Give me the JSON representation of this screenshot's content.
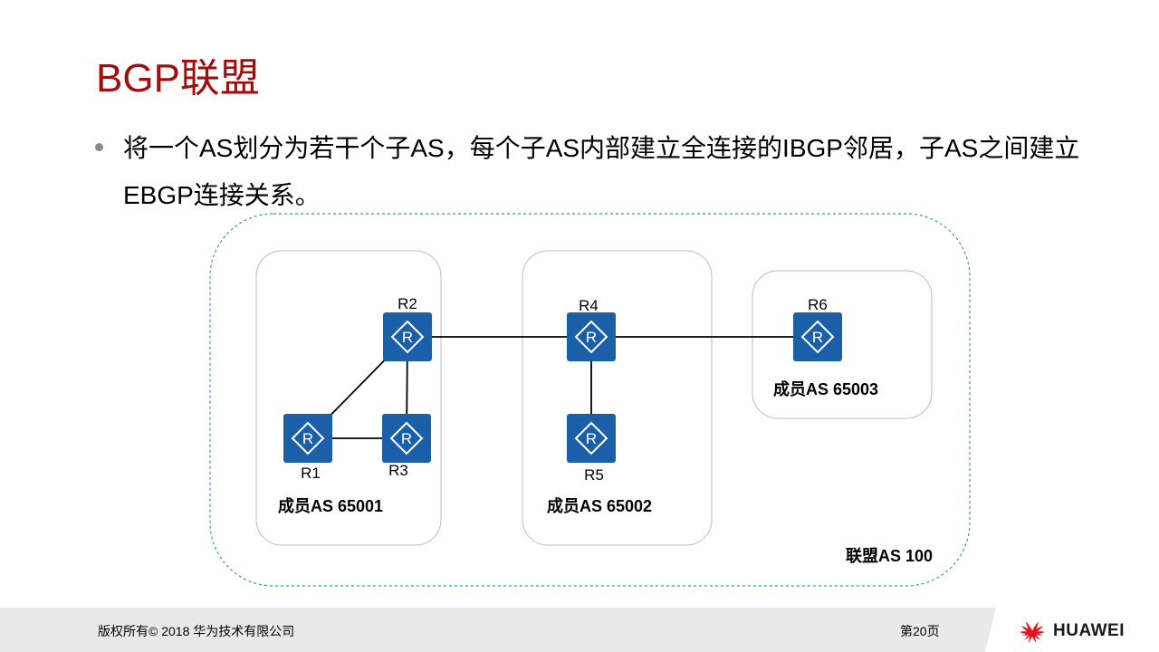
{
  "slide": {
    "title": "BGP联盟",
    "bullet": "将一个AS划分为若干个子AS，每个子AS内部建立全连接的IBGP邻居，子AS之间建立EBGP连接关系。"
  },
  "diagram": {
    "routers": [
      {
        "id": "R1",
        "label": "R1"
      },
      {
        "id": "R2",
        "label": "R2"
      },
      {
        "id": "R3",
        "label": "R3"
      },
      {
        "id": "R4",
        "label": "R4"
      },
      {
        "id": "R5",
        "label": "R5"
      },
      {
        "id": "R6",
        "label": "R6"
      }
    ],
    "links": [
      [
        "R1",
        "R2"
      ],
      [
        "R1",
        "R3"
      ],
      [
        "R2",
        "R3"
      ],
      [
        "R2",
        "R4"
      ],
      [
        "R4",
        "R5"
      ],
      [
        "R4",
        "R6"
      ]
    ],
    "member_as": [
      {
        "label": "成员AS 65001"
      },
      {
        "label": "成员AS 65002"
      },
      {
        "label": "成员AS 65003"
      }
    ],
    "confederation_label": "联盟AS 100",
    "router_icon_glyph": "R",
    "colors": {
      "router": "#1a5fa8",
      "title": "#a50d0d",
      "dashed_border": "#3b8fd0"
    }
  },
  "footer": {
    "copyright": "版权所有© 2018 华为技术有限公司",
    "page": "第20页",
    "brand": "HUAWEI",
    "logo_icon": "huawei-petal-logo-icon"
  }
}
